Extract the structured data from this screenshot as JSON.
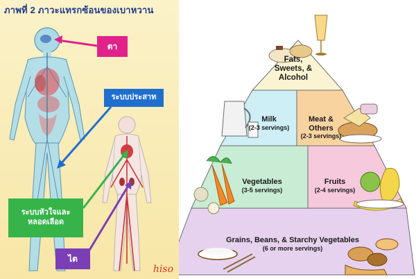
{
  "left_panel": {
    "title": "ภาพที่ 2 ภาวะแทรกซ้อนของเบาหวาน",
    "tags": {
      "eye": "ตา",
      "nerve": "ระบบประสาท",
      "heart_line1": "ระบบหัวใจและ",
      "heart_line2": "หลอดเลือด",
      "kidney": "ไต"
    },
    "brand": "hiso",
    "colors": {
      "eye": "#e0228a",
      "nerve": "#1f6fcf",
      "heart": "#36b44a",
      "kidney": "#7b3fb5"
    }
  },
  "pyramid": {
    "fats": {
      "name": "Fats, Sweets, & Alcohol"
    },
    "milk": {
      "name": "Milk",
      "servings": "(2-3 servings)"
    },
    "meat": {
      "name": "Meat & Others",
      "servings": "(2-3 servings)"
    },
    "vegetables": {
      "name": "Vegetables",
      "servings": "(3-5 servings)"
    },
    "fruits": {
      "name": "Fruits",
      "servings": "(2-4 servings)"
    },
    "grains": {
      "name": "Grains, Beans, & Starchy Vegetables",
      "servings": "(6 or more servings)"
    },
    "colors": {
      "fats": "#fbf4d2",
      "milk": "#cdeff5",
      "meat": "#f8d3a0",
      "vegetables": "#c9ecd4",
      "fruits": "#f6c9dc",
      "grains": "#e6d2ee"
    }
  }
}
